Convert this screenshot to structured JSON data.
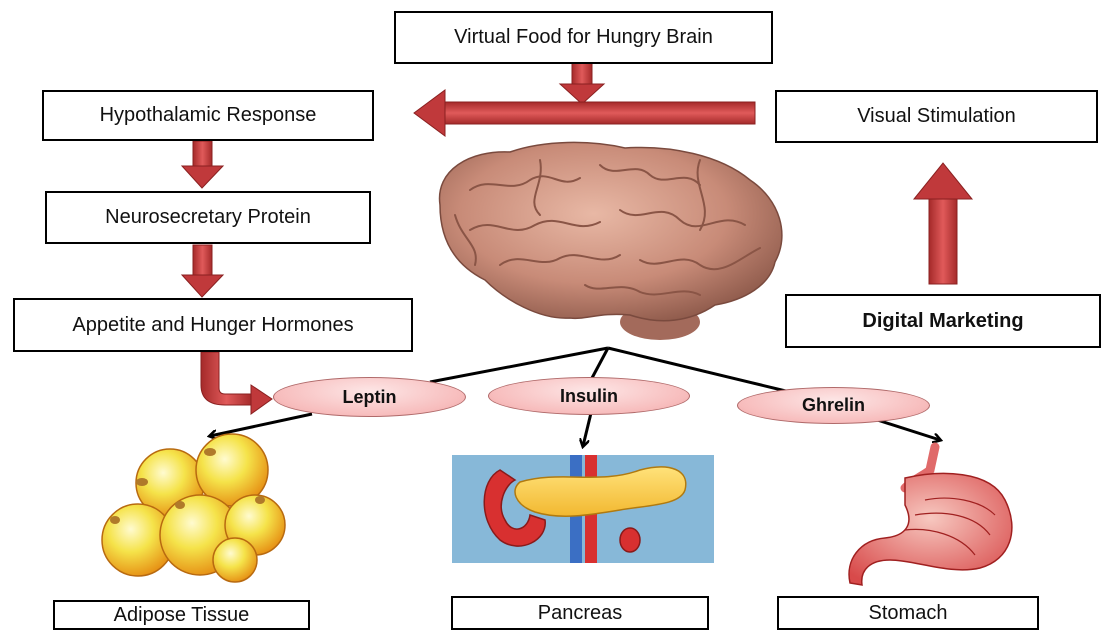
{
  "boxes": {
    "virtual_food": "Virtual Food for Hungry Brain",
    "hypothalamic": "Hypothalamic Response",
    "visual": "Visual Stimulation",
    "neurosecretary": "Neurosecretary Protein",
    "appetite": "Appetite and Hunger Hormones",
    "digital_marketing": "Digital Marketing",
    "adipose": "Adipose Tissue",
    "pancreas": "Pancreas",
    "stomach": "Stomach"
  },
  "hormones": {
    "leptin": "Leptin",
    "insulin": "Insulin",
    "ghrelin": "Ghrelin"
  },
  "colors": {
    "arrow_red": "#c0393b",
    "ellipse_pink": "#f7bcbc",
    "pancreas_bg": "#87b8d8"
  },
  "icons": [
    "brain-image",
    "adipose-cells-image",
    "pancreas-image",
    "stomach-image"
  ]
}
